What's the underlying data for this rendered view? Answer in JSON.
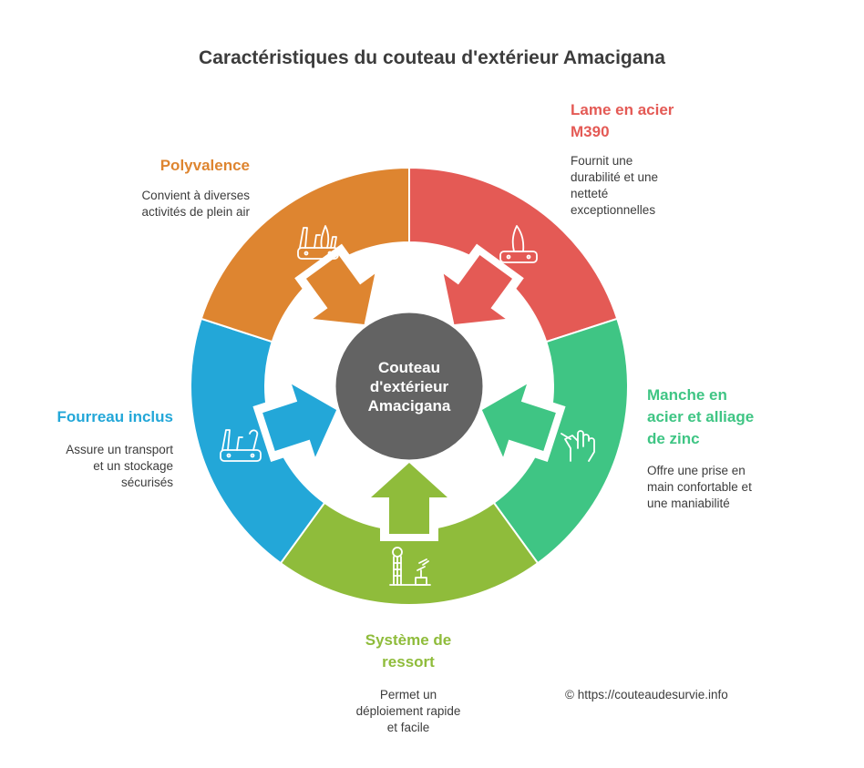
{
  "title": "Caractéristiques du couteau d'extérieur Amacigana",
  "center": {
    "lines": [
      "Couteau",
      "d'extérieur",
      "Amacigana"
    ]
  },
  "segments": [
    {
      "key": "lame",
      "title": "Lame en acier M390",
      "title_lines": [
        "Lame en acier",
        "M390"
      ],
      "description_lines": [
        "Fournit une",
        "durabilité et une",
        "netteté",
        "exceptionnelles"
      ],
      "color": "#e45a55",
      "icon": "knife-blade-icon"
    },
    {
      "key": "manche",
      "title": "Manche en acier et alliage de zinc",
      "title_lines": [
        "Manche en",
        "acier et alliage",
        "de zinc"
      ],
      "description_lines": [
        "Offre une prise en",
        "main confortable et",
        "une maniabilité"
      ],
      "color": "#3fc584",
      "icon": "hand-grip-icon"
    },
    {
      "key": "ressort",
      "title": "Système de ressort",
      "title_lines": [
        "Système de",
        "ressort"
      ],
      "description_lines": [
        "Permet un",
        "déploiement rapide",
        "et facile"
      ],
      "color": "#8fbc3b",
      "icon": "spring-mechanism-icon"
    },
    {
      "key": "fourreau",
      "title": "Fourreau inclus",
      "title_lines": [
        "Fourreau inclus"
      ],
      "description_lines": [
        "Assure un transport",
        "et un stockage",
        "sécurisés"
      ],
      "color": "#23a7d8",
      "icon": "sheathed-knife-icon"
    },
    {
      "key": "polyvalence",
      "title": "Polyvalence",
      "title_lines": [
        "Polyvalence"
      ],
      "description_lines": [
        "Convient à diverses",
        "activités de plein air"
      ],
      "color": "#de8530",
      "icon": "multitool-icon"
    }
  ],
  "colors": {
    "center": "#636363",
    "title": "#3c3c3c",
    "text": "#3c3c3c"
  },
  "credit": "© https://couteaudesurvie.info"
}
